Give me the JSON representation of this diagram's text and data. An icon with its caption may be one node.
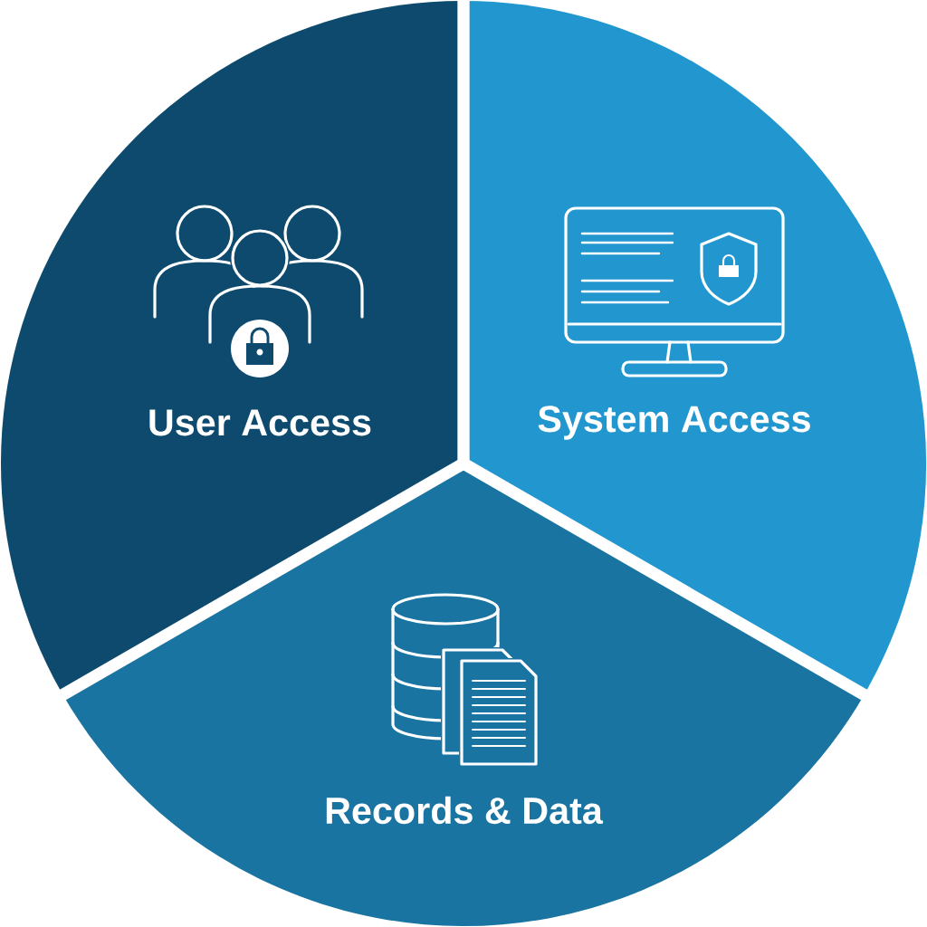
{
  "diagram": {
    "nodes": [
      {
        "text": [
          "User Access"
        ]
      },
      {
        "text": [
          "System Access"
        ]
      },
      {
        "text": [
          "Records & Data"
        ]
      }
    ]
  }
}
